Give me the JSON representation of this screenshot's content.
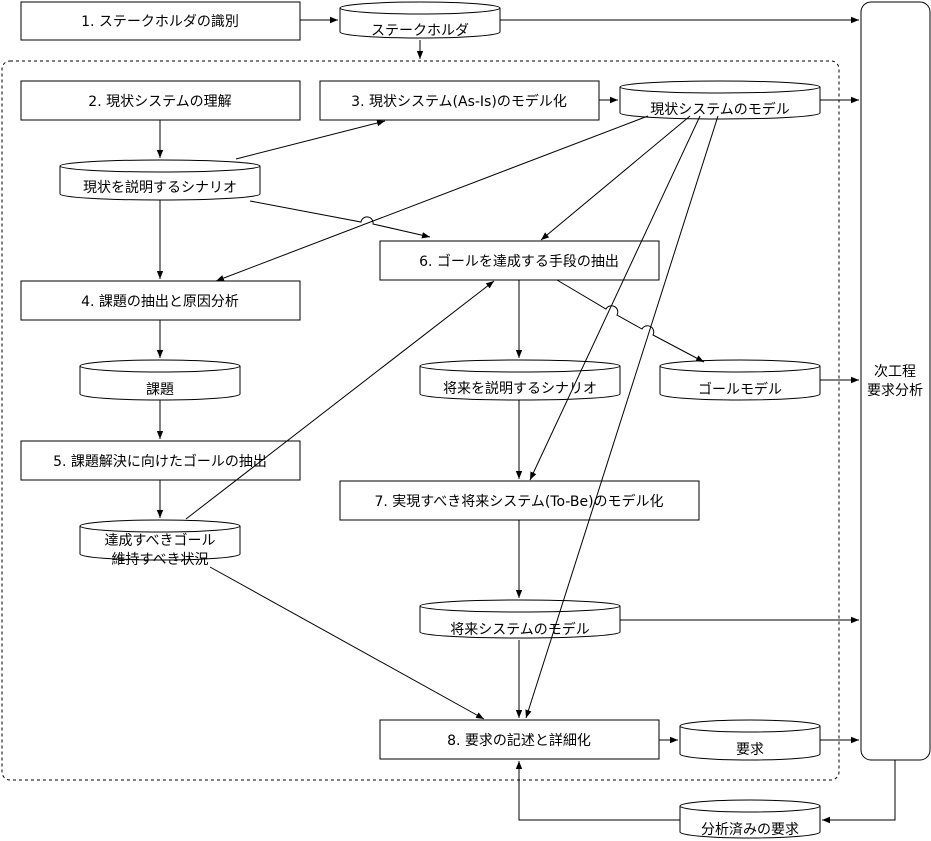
{
  "processes": {
    "p1": "1. ステークホルダの識別",
    "p2": "2. 現状システムの理解",
    "p3": "3. 現状システム(As-Is)のモデル化",
    "p4": "4. 課題の抽出と原因分析",
    "p5": "5. 課題解決に向けたゴールの抽出",
    "p6": "6. ゴールを達成する手段の抽出",
    "p7": "7. 実現すべき将来システム(To-Be)のモデル化",
    "p8": "8. 要求の記述と詳細化"
  },
  "artifacts": {
    "stakeholder": "ステークホルダ",
    "current_scenario": "現状を説明するシナリオ",
    "current_model": "現状システムのモデル",
    "issues": "課題",
    "goals_line1": "達成すべきゴール",
    "goals_line2": "維持すべき状況",
    "future_scenario": "将来を説明するシナリオ",
    "goal_model": "ゴールモデル",
    "future_model": "将来システムのモデル",
    "requirements": "要求",
    "analyzed_requirements": "分析済みの要求"
  },
  "next_phase": {
    "line1": "次工程",
    "line2": "要求分析"
  }
}
